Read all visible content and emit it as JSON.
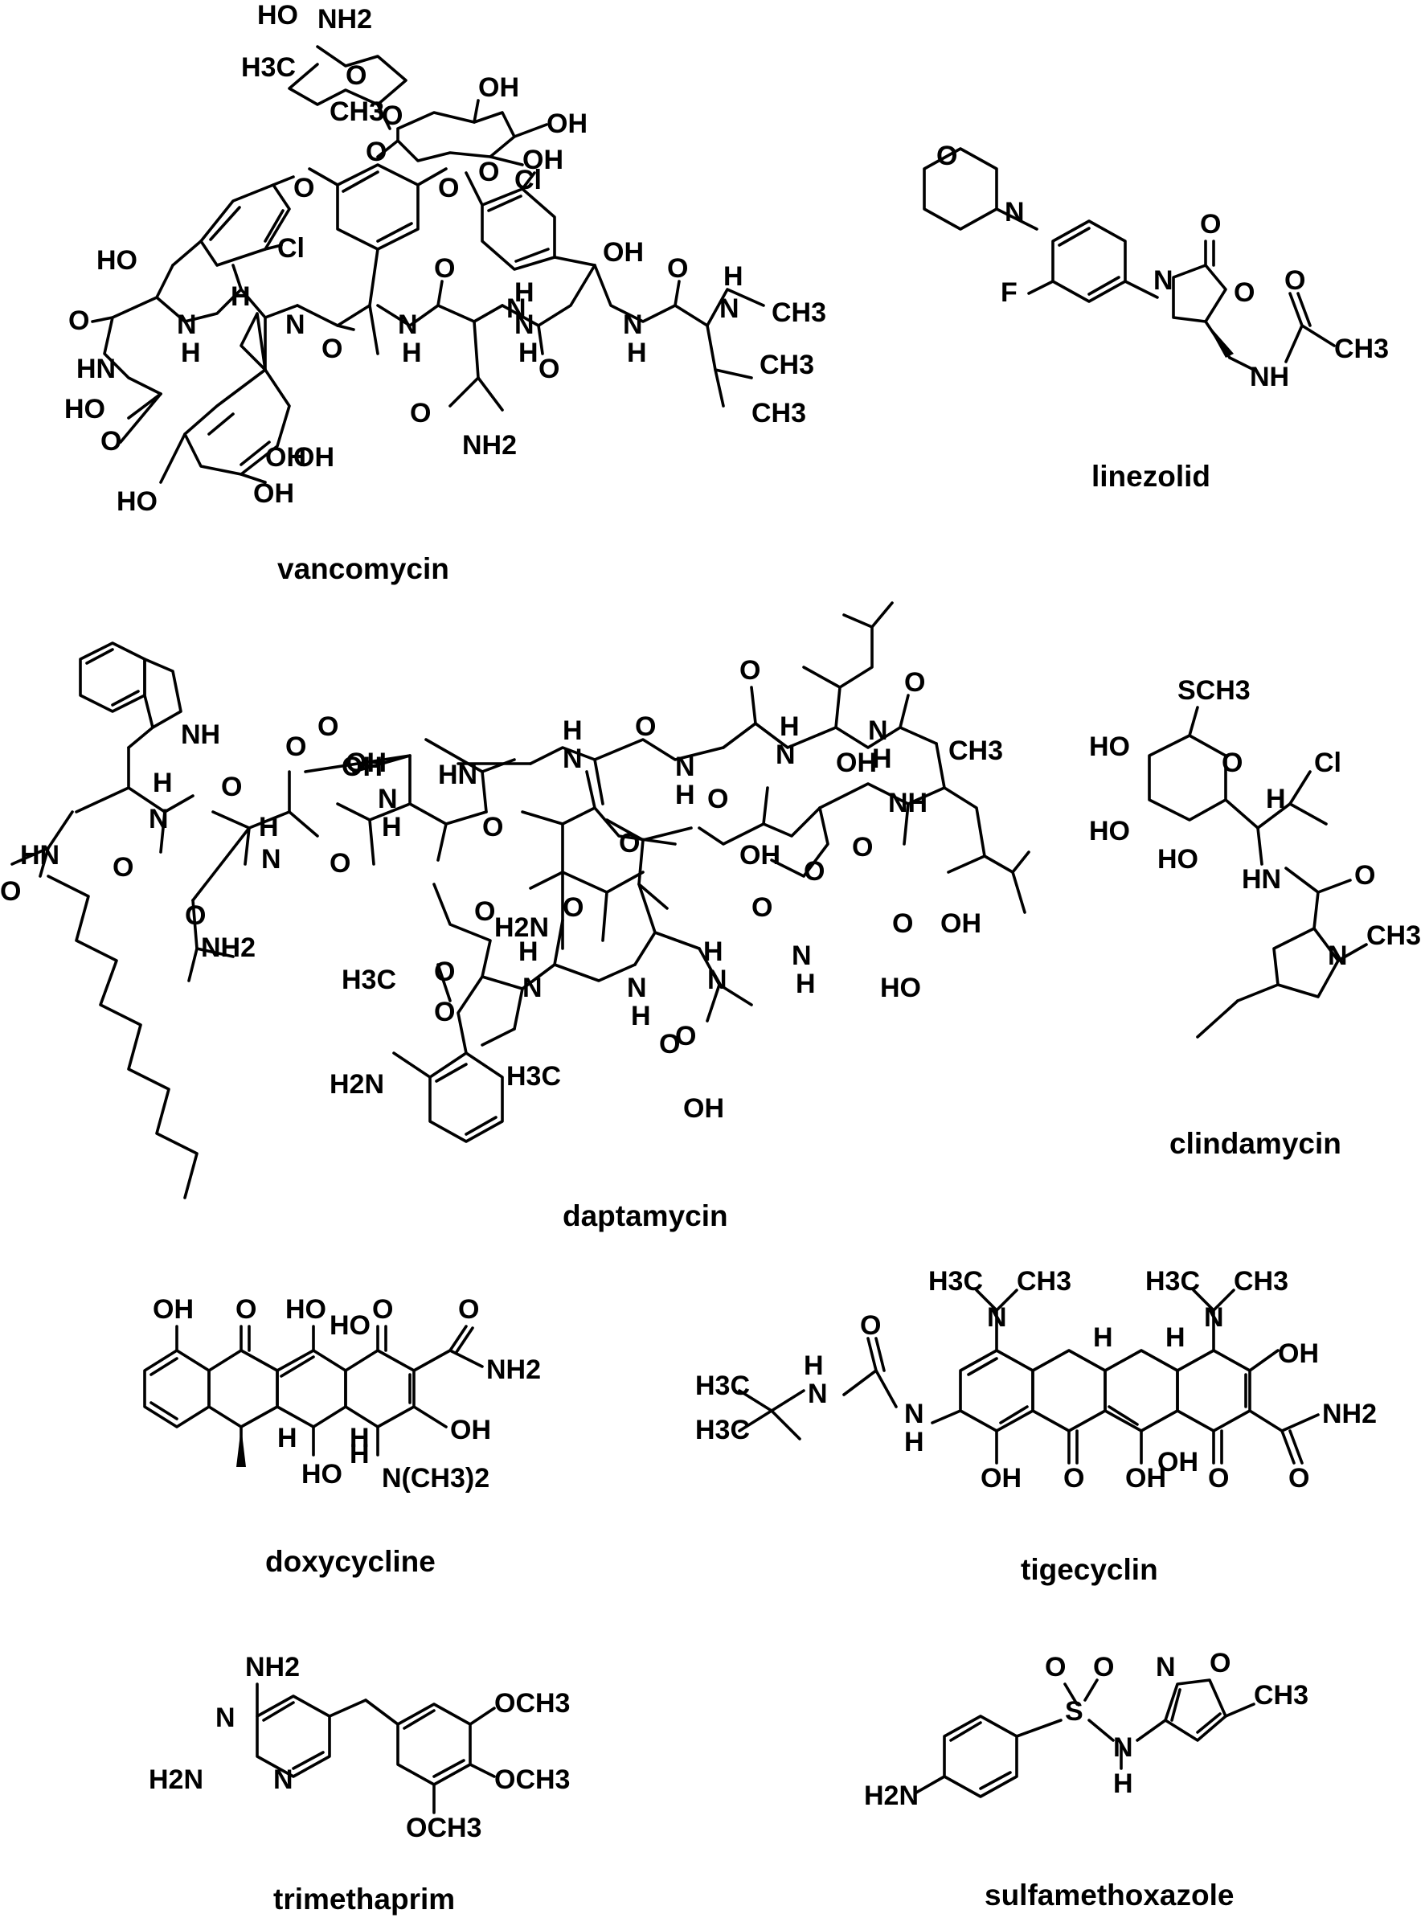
{
  "compounds": [
    {
      "id": "vancomycin",
      "name": "vancomycin",
      "atom_labels": [
        "HO",
        "NH2",
        "H3C",
        "O",
        "CH3",
        "O",
        "OH",
        "OH",
        "O",
        "O",
        "OH",
        "O",
        "O",
        "Cl",
        "Cl",
        "HO",
        "OH",
        "O",
        "H",
        "N",
        "H",
        "N",
        "N",
        "H",
        "O",
        "N",
        "H",
        "O",
        "H",
        "N",
        "O",
        "N",
        "H",
        "H",
        "N",
        "CH3",
        "HN",
        "O",
        "CH3",
        "HO",
        "O",
        "CH3",
        "O",
        "OH",
        "NH2",
        "HO",
        "OH",
        "OH"
      ]
    },
    {
      "id": "linezolid",
      "name": "linezolid",
      "atom_labels": [
        "O",
        "N",
        "F",
        "N",
        "O",
        "O",
        "O",
        "CH3",
        "NH"
      ]
    },
    {
      "id": "daptamycin",
      "name": "daptamycin",
      "atom_labels": [
        "NH",
        "HN",
        "O",
        "H",
        "N",
        "O",
        "O",
        "O",
        "OH",
        "H",
        "N",
        "O",
        "H",
        "N",
        "O",
        "O",
        "OH",
        "NH2",
        "HN",
        "O",
        "O",
        "H",
        "N",
        "O",
        "N",
        "H",
        "H",
        "N",
        "O",
        "N",
        "H",
        "O",
        "CH3",
        "H2N",
        "NH",
        "O",
        "OH",
        "H3C",
        "O",
        "O",
        "OH",
        "O",
        "H",
        "N",
        "O",
        "N",
        "H",
        "H",
        "N",
        "O",
        "N",
        "H",
        "O",
        "O",
        "OH",
        "HO",
        "O",
        "O",
        "H2N",
        "H3C",
        "O",
        "OH"
      ]
    },
    {
      "id": "clindamycin",
      "name": "clindamycin",
      "atom_labels": [
        "SCH3",
        "HO",
        "O",
        "H",
        "Cl",
        "HO",
        "HO",
        "HN",
        "O",
        "N",
        "CH3"
      ]
    },
    {
      "id": "doxycycline",
      "name": "doxycycline",
      "atom_labels": [
        "OH",
        "O",
        "HO",
        "HO",
        "O",
        "O",
        "NH2",
        "H",
        "H",
        "OH",
        "HO",
        "H",
        "N(CH3)2"
      ]
    },
    {
      "id": "tigecyclin",
      "name": "tigecyclin",
      "atom_labels": [
        "H3C",
        "N",
        "CH3",
        "H3C",
        "N",
        "CH3",
        "H",
        "H",
        "OH",
        "O",
        "H3C",
        "H",
        "H3C",
        "N",
        "N",
        "H",
        "OH",
        "O",
        "OH",
        "OH",
        "O",
        "O",
        "NH2"
      ]
    },
    {
      "id": "trimethaprim",
      "name": "trimethaprim",
      "atom_labels": [
        "NH2",
        "N",
        "H2N",
        "N",
        "OCH3",
        "OCH3",
        "OCH3"
      ]
    },
    {
      "id": "sulfamethoxazole",
      "name": "sulfamethoxazole",
      "atom_labels": [
        "O",
        "O",
        "S",
        "N",
        "H",
        "N",
        "O",
        "CH3",
        "H2N"
      ]
    }
  ]
}
